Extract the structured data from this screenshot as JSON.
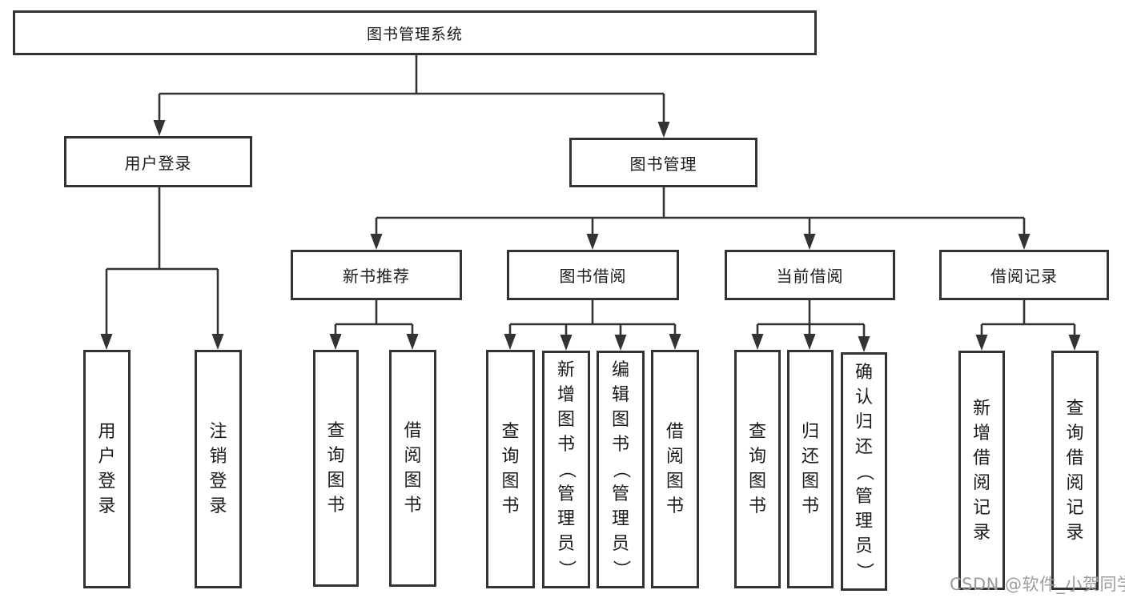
{
  "diagram_title": "图书管理系统",
  "nodes": {
    "root": {
      "label": "图书管理系统"
    },
    "user_login": {
      "label": "用户登录"
    },
    "book_mgmt": {
      "label": "图书管理"
    },
    "user_login_leaf": {
      "label": "用户登录"
    },
    "logout_leaf": {
      "label": "注销登录"
    },
    "new_book_rec": {
      "label": "新书推荐"
    },
    "book_borrow": {
      "label": "图书借阅"
    },
    "current_borrow": {
      "label": "当前借阅"
    },
    "borrow_record": {
      "label": "借阅记录"
    },
    "nb_query": {
      "label": "查询图书"
    },
    "nb_borrow": {
      "label": "借阅图书"
    },
    "bb_query": {
      "label": "查询图书"
    },
    "bb_add": {
      "label": "新增图书（管理员）"
    },
    "bb_edit": {
      "label": "编辑图书（管理员）"
    },
    "bb_borrow": {
      "label": "借阅图书"
    },
    "cb_query": {
      "label": "查询图书"
    },
    "cb_return": {
      "label": "归还图书"
    },
    "cb_confirm": {
      "label": "确认归还（管理员）"
    },
    "br_add": {
      "label": "新增借阅记录"
    },
    "br_query": {
      "label": "查询借阅记录"
    }
  },
  "watermark": {
    "text": "CSDN @软件_小贺同学",
    "color": "#9c9c9c"
  },
  "colors": {
    "line": "#333333",
    "box_border": "#333333",
    "background": "#ffffff",
    "text": "#1a1a1a"
  }
}
